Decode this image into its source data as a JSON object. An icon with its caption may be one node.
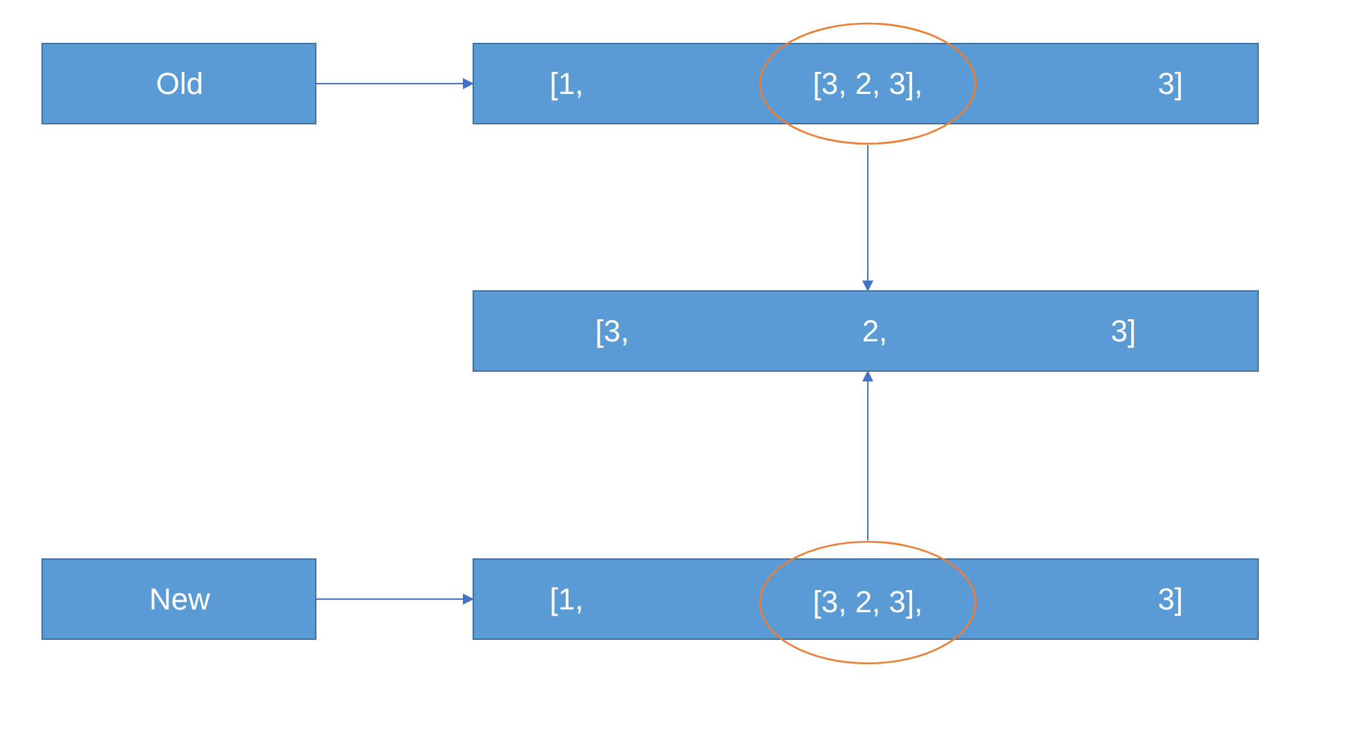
{
  "diagram": {
    "nodes": [
      {
        "text": [
          "Old"
        ]
      },
      {
        "text": [
          "[1,",
          "3]"
        ]
      },
      {
        "text": [
          "[3, 2, 3],"
        ]
      },
      {
        "text": [
          "[3,",
          "2,",
          "3]"
        ]
      },
      {
        "text": [
          "New"
        ]
      },
      {
        "text": [
          "[1,",
          "3]"
        ]
      },
      {
        "text": [
          "[3, 2, 3],"
        ]
      }
    ],
    "edges": [
      {
        "from": 0,
        "to": 1,
        "arrow": "to"
      },
      {
        "from": 2,
        "to": 3,
        "arrow": "to"
      },
      {
        "from": 4,
        "to": 5,
        "arrow": "to"
      },
      {
        "from": 6,
        "to": 3,
        "arrow": "to"
      }
    ]
  }
}
